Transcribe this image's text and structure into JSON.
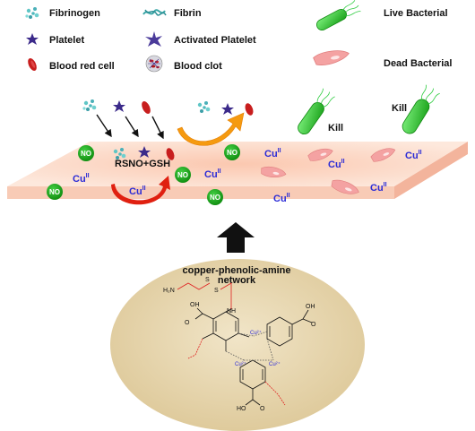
{
  "legend": {
    "fibrinogen": "Fibrinogen",
    "platelet": "Platelet",
    "blood_red_cell": "Blood red cell",
    "fibrin": "Fibrin",
    "activated_platelet": "Activated Platelet",
    "blood_clot": "Blood clot",
    "live_bacterial": "Live Bacterial",
    "dead_bacterial": "Dead Bacterial"
  },
  "surface": {
    "no_label": "NO",
    "cu_base": "Cu",
    "cu_sup": "II",
    "reaction_label": "RSNO+GSH",
    "kill_label": "Kill"
  },
  "network": {
    "title_line1": "copper-phenolic-amine",
    "title_line2": "network",
    "amine": "H₂N",
    "sulfur": "S",
    "nh": "NH",
    "oh": "OH",
    "ho": "HO",
    "o": "O",
    "cu_label": "Cu²⁺"
  },
  "colors": {
    "no_bubble": "#1aa01a",
    "cu_text": "#2b2bd6",
    "surface": "#fbd8c8",
    "surface_edge": "#f3b49c",
    "bacteria": "#2ecc40",
    "dead_cell": "#f4a2a2",
    "red_cell": "#c81e1e",
    "platelet": "#3b2a8a",
    "network_bg": "#e8d7b0",
    "orange_arrow": "#f59a10",
    "red_arrow": "#e02010"
  }
}
